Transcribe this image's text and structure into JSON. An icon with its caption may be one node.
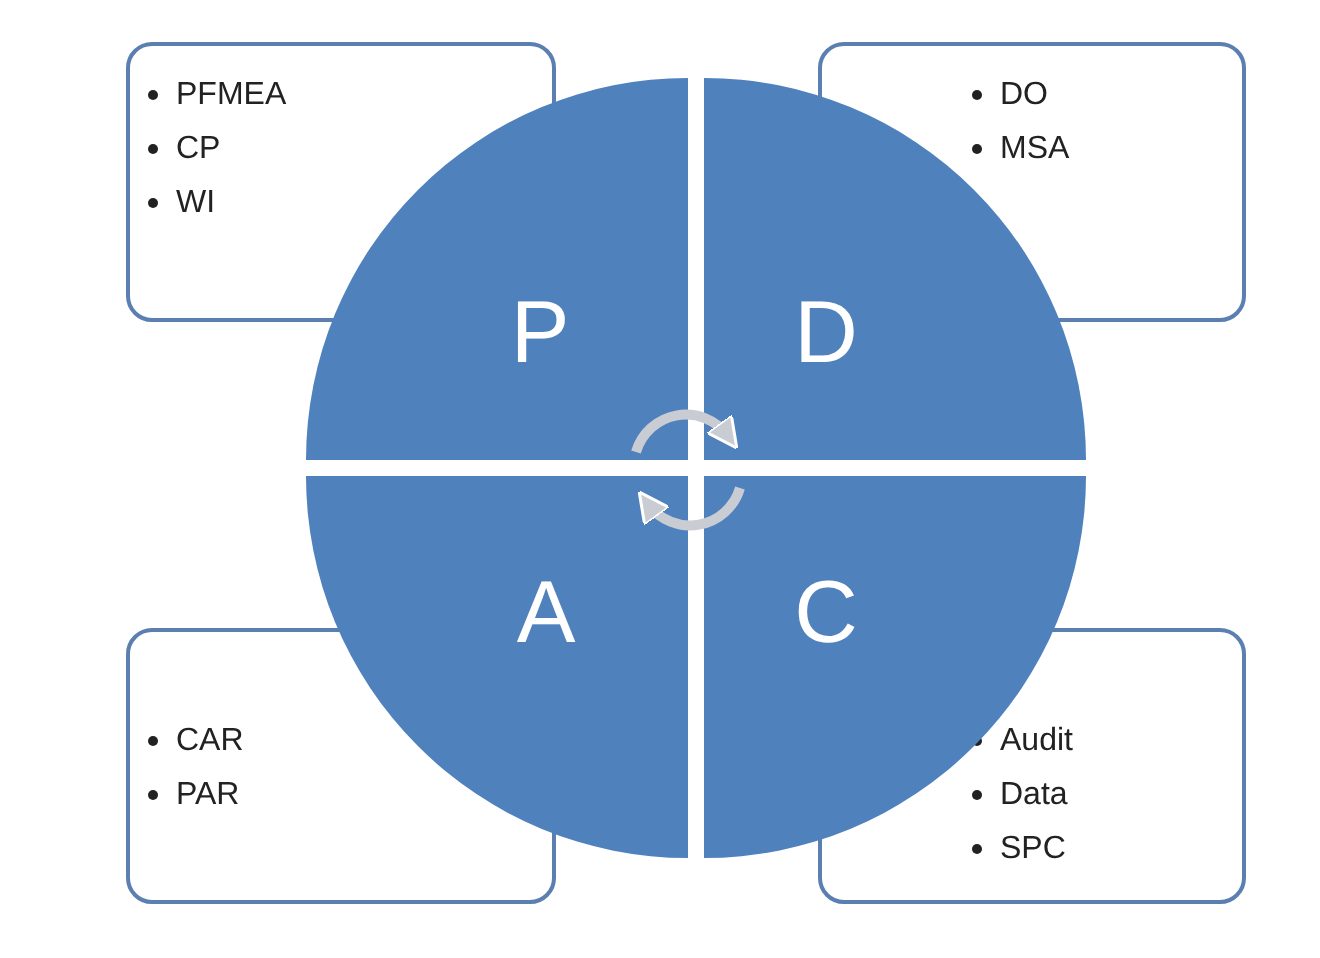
{
  "diagram": {
    "nodes": [
      {
        "text": [
          "PFMEA",
          "CP",
          "WI"
        ]
      },
      {
        "text": [
          "DO",
          "MSA"
        ]
      },
      {
        "text": [
          "P"
        ]
      },
      {
        "text": [
          "D"
        ]
      },
      {
        "text": [
          "A"
        ]
      },
      {
        "text": [
          "C"
        ]
      },
      {
        "text": [
          "CAR",
          "PAR"
        ]
      },
      {
        "text": [
          "Audit",
          "Data",
          "SPC"
        ]
      }
    ],
    "edges": [
      {
        "from": 2,
        "to": 3,
        "arrow": "to"
      },
      {
        "from": 5,
        "to": 4,
        "arrow": "to"
      }
    ]
  }
}
